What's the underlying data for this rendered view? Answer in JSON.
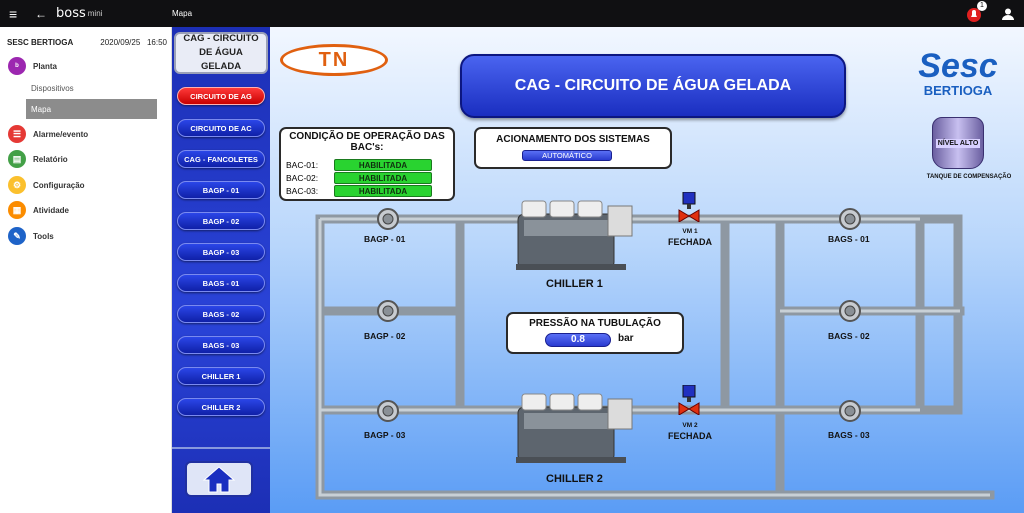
{
  "topbar": {
    "brand": "boss",
    "brand_suffix": "mini",
    "page": "Mapa",
    "notifications": "1"
  },
  "sidebar": {
    "site": "SESC BERTIOGA",
    "date": "2020/09/25",
    "time": "16:50",
    "items": [
      {
        "label": "Planta",
        "icon": "plant-icon",
        "color": "#9c27b0"
      },
      {
        "label": "Alarme/evento",
        "icon": "alarm-icon",
        "color": "#e53935"
      },
      {
        "label": "Relatório",
        "icon": "report-icon",
        "color": "#43a047"
      },
      {
        "label": "Configuração",
        "icon": "config-icon",
        "color": "#fbc02d"
      },
      {
        "label": "Atividade",
        "icon": "calendar-icon",
        "color": "#fb8c00"
      },
      {
        "label": "Tools",
        "icon": "wrench-icon",
        "color": "#1e63c8"
      }
    ],
    "subitems": [
      "Dispositivos",
      "Mapa"
    ]
  },
  "nav": {
    "title": "CAG - CIRCUITO DE ÁGUA GELADA",
    "buttons": [
      "CIRCUITO DE AG",
      "CIRCUITO DE AC",
      "CAG - FANCOLETES",
      "BAGP - 01",
      "BAGP - 02",
      "BAGP - 03",
      "BAGS - 01",
      "BAGS - 02",
      "BAGS - 03",
      "CHILLER 1",
      "CHILLER 2"
    ],
    "active": "CIRCUITO DE AG"
  },
  "main": {
    "logo": "TN",
    "title": "CAG - CIRCUITO DE ÁGUA GELADA",
    "brand": "Sesc",
    "brand_sub": "BERTIOGA",
    "tank_level": "NÍVEL ALTO",
    "tank_label": "TANQUE DE COMPENSAÇÃO",
    "condition": {
      "title": "CONDIÇÃO DE OPERAÇÃO DAS BAC's:",
      "rows": [
        {
          "label": "BAC-01:",
          "value": "HABILITADA"
        },
        {
          "label": "BAC-02:",
          "value": "HABILITADA"
        },
        {
          "label": "BAC-03:",
          "value": "HABILITADA"
        }
      ]
    },
    "activation": {
      "title": "ACIONAMENTO DOS SISTEMAS",
      "value": "AUTOMÁTICO"
    },
    "pressure": {
      "title": "PRESSÃO NA TUBULAÇÃO",
      "value": "0.8",
      "unit": "bar"
    },
    "pumps_primary": [
      "BAGP - 01",
      "BAGP - 02",
      "BAGP - 03"
    ],
    "pumps_secondary": [
      "BAGS - 01",
      "BAGS - 02",
      "BAGS - 03"
    ],
    "chillers": [
      "CHILLER 1",
      "CHILLER 2"
    ],
    "valves": [
      {
        "name": "VM 1",
        "state": "FECHADA"
      },
      {
        "name": "VM 2",
        "state": "FECHADA"
      }
    ],
    "colors": {
      "status_green": "#29d330",
      "nav_blue": "#1c2fb5",
      "active_red": "#e01010",
      "pipe_gray": "#9aa4ad"
    }
  }
}
